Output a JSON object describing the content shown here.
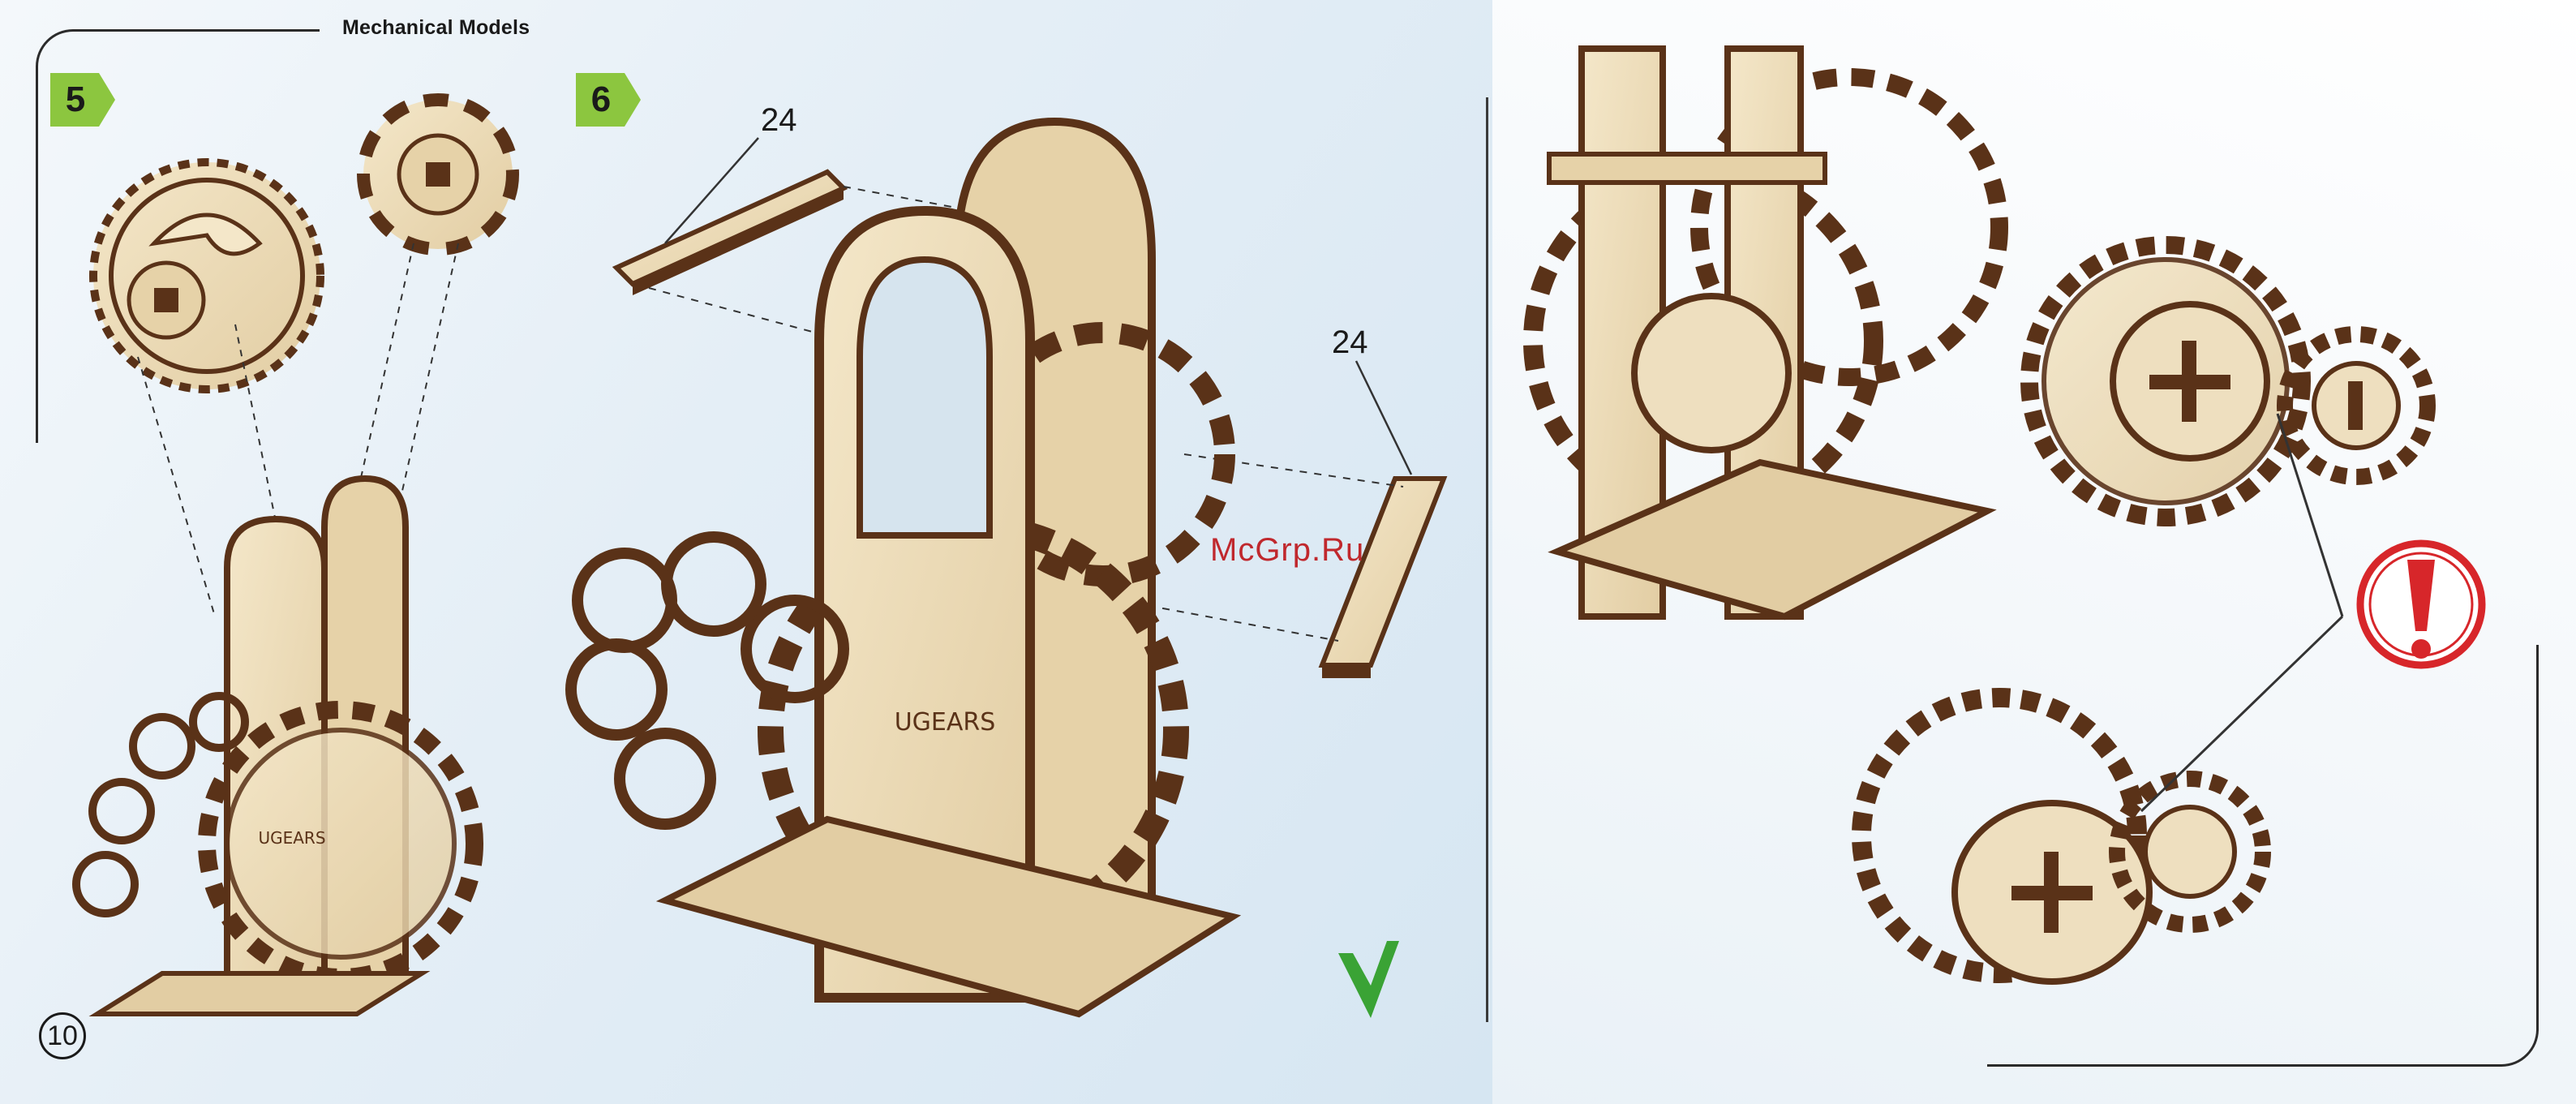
{
  "header": {
    "title": "Mechanical Models"
  },
  "steps": [
    {
      "number": "5"
    },
    {
      "number": "6"
    }
  ],
  "part_callouts": [
    {
      "label": "24"
    },
    {
      "label": "24"
    }
  ],
  "watermark": {
    "text": "McGrp.Ru"
  },
  "footer": {
    "page_number": "10"
  },
  "colors": {
    "wood_light": "#eedfbf",
    "wood_edge": "#5a3218",
    "step_badge_green": "#8cc63f",
    "check_green": "#3aa335",
    "warning_red": "#d7262a",
    "line_dark": "#2b2b2b"
  },
  "icons": {
    "check": "check-mark-icon",
    "warning": "exclamation-warning-icon"
  }
}
